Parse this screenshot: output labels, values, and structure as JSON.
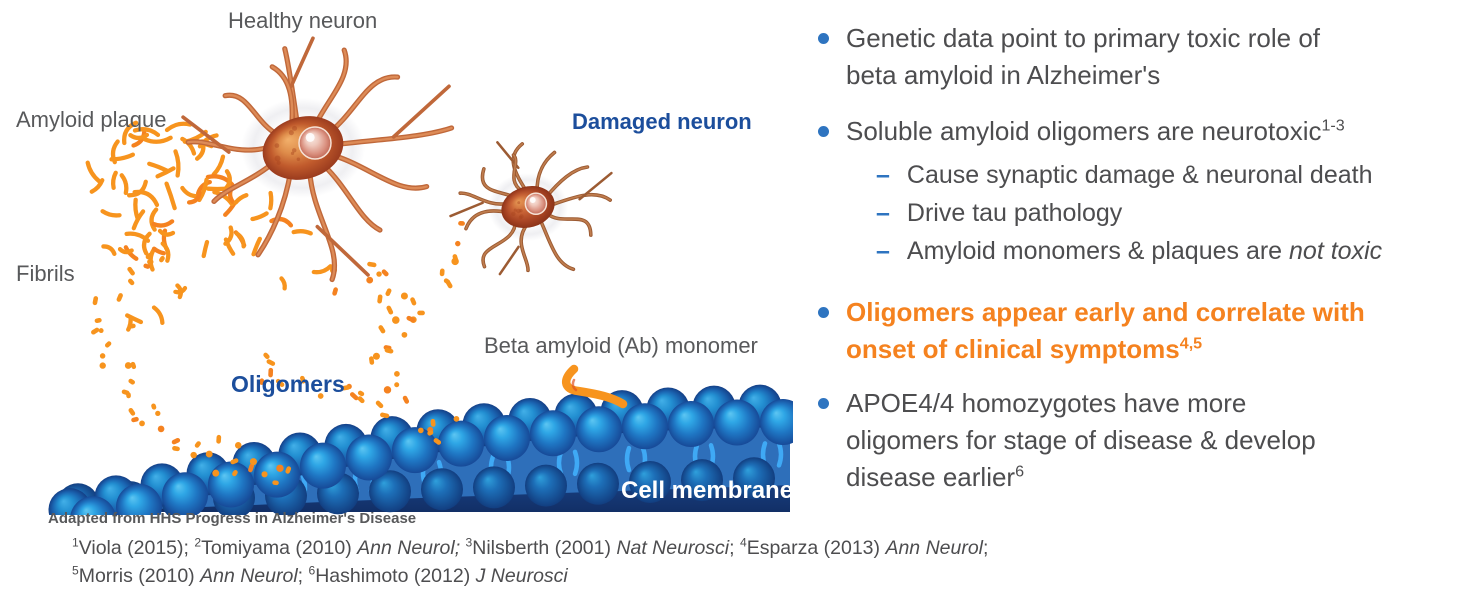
{
  "diagram": {
    "healthy_neuron_label": "Healthy neuron",
    "amyloid_plaque_label": "Amyloid plaque",
    "fibrils_label": "Fibrils",
    "damaged_neuron_label": "Damaged neuron",
    "oligomers_label": "Oligomers",
    "beta_monomer_label": "Beta amyloid (Ab) monomer",
    "cell_membrane_label": "Cell membrane"
  },
  "bullets": [
    {
      "lines": [
        "Genetic data point to primary toxic role of",
        "beta amyloid in Alzheimer's"
      ]
    },
    {
      "lines": [
        "Soluble amyloid oligomers are neurotoxic"
      ],
      "sup": "1-3",
      "subs": [
        {
          "text": "Cause synaptic damage & neuronal death"
        },
        {
          "text": "Drive tau pathology"
        },
        {
          "text": "Amyloid monomers & plaques are ",
          "italic": "not toxic"
        }
      ]
    },
    {
      "lines": [
        "Oligomers appear early and correlate with",
        "onset of clinical symptoms"
      ],
      "sup": "4,5",
      "emphasis": "orange"
    },
    {
      "lines": [
        "APOE4/4 homozygotes have more",
        "oligomers for stage of disease & develop",
        "disease earlier"
      ],
      "sup": "6"
    }
  ],
  "sub_marker": "–",
  "credit": "Adapted from HHS Progress in Alzheimer's Disease",
  "footnotes": {
    "line1": [
      "1",
      "Viola (2015); ",
      "2",
      "Tomiyama (2010) ",
      "Ann Neurol; ",
      "3",
      "Nilsberth (2001) ",
      "Nat Neurosci",
      "; ",
      "4",
      "Esparza (2013) ",
      "Ann Neurol",
      ";"
    ],
    "line2": [
      "5",
      "Morris (2010) ",
      "Ann Neurol",
      "; ",
      "6",
      "Hashimoto (2012) ",
      "J Neurosci"
    ]
  },
  "colors": {
    "text_gray": "#4D4D4F",
    "label_gray": "#58595B",
    "label_blue": "#1C4E9C",
    "bullet_blue": "#2E74C0",
    "accent_orange": "#F5821F",
    "dot_orange": "#F7941E",
    "membrane_navy": "#16397A",
    "membrane_blue": "#2E6FBA",
    "membrane_light_blue": "#3FA9F5"
  }
}
